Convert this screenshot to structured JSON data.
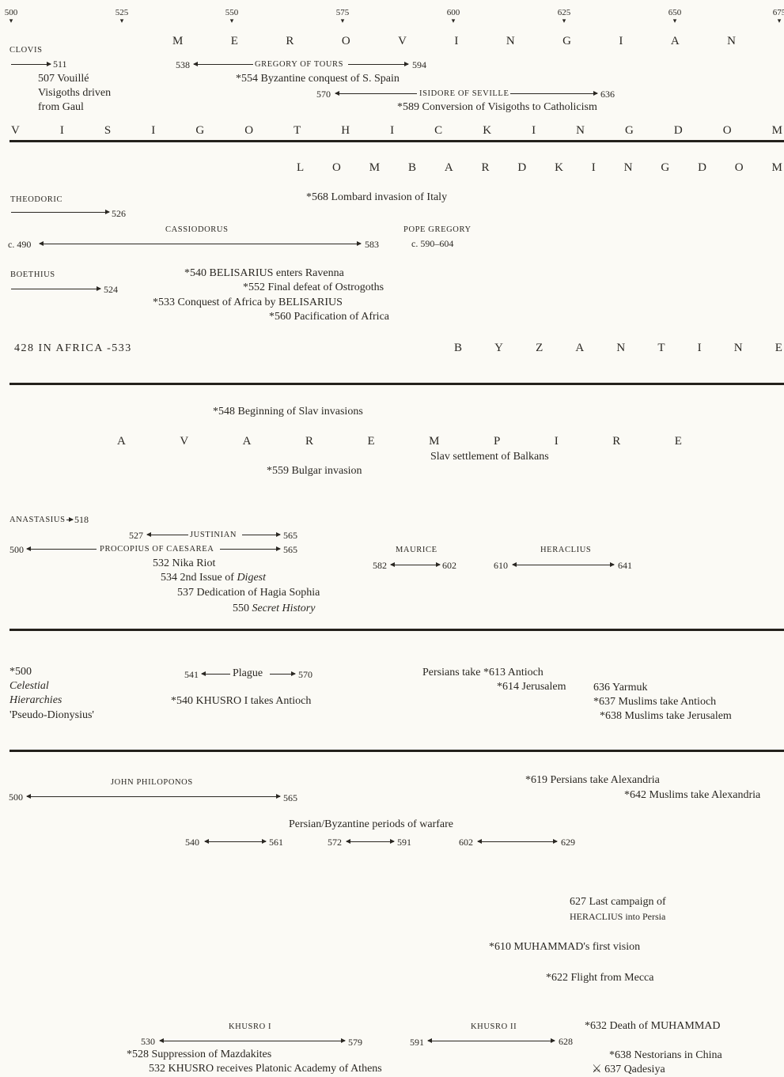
{
  "axis": {
    "ticks": [
      "500",
      "525",
      "550",
      "575",
      "600",
      "625",
      "650",
      "675"
    ]
  },
  "bands": {
    "merovingian": [
      "M",
      "E",
      "R",
      "O",
      "V",
      "I",
      "N",
      "G",
      "I",
      "A",
      "N"
    ],
    "visigothic": [
      "V",
      "I",
      "S",
      "I",
      "G",
      "O",
      "T",
      "H",
      "I",
      "C",
      "K",
      "I",
      "N",
      "G",
      "D",
      "O",
      "M"
    ],
    "lombard": [
      "L",
      "O",
      "M",
      "B",
      "A",
      "R",
      "D",
      "K",
      "I",
      "N",
      "G",
      "D",
      "O",
      "M"
    ],
    "vandal": "428 IN AFRICA -533",
    "byzantine": [
      "B",
      "Y",
      "Z",
      "A",
      "N",
      "T",
      "I",
      "N",
      "E"
    ],
    "avar": [
      "A",
      "V",
      "A",
      "R",
      "E",
      "M",
      "P",
      "I",
      "R",
      "E"
    ]
  },
  "west": {
    "clovis": "CLOVIS",
    "clovis_end": "511",
    "vouille": [
      "507 Vouillé",
      "Visigoths driven",
      "from Gaul"
    ],
    "gregory_start": "538",
    "gregory": "GREGORY OF TOURS",
    "gregory_end": "594",
    "byz_spain": "*554 Byzantine conquest of S. Spain",
    "isidore_start": "570",
    "isidore": "ISIDORE OF SEVILLE",
    "isidore_end": "636",
    "visigoth_conv": "*589 Conversion of Visigoths to Catholicism"
  },
  "italy": {
    "theodoric": "THEODORIC",
    "theodoric_end": "526",
    "lombard_inv": "*568 Lombard invasion of Italy",
    "cassiodorus": "CASSIODORUS",
    "cass_start": "c. 490",
    "cass_end": "583",
    "pope": "POPE GREGORY",
    "pope_dates": "c. 590–604",
    "boethius": "BOETHIUS",
    "boethius_end": "524",
    "belisarius": "*540 BELISARIUS enters Ravenna",
    "ostrogoths": "*552 Final defeat of Ostrogoths",
    "africa": "*533 Conquest of Africa by BELISARIUS",
    "pacification": "*560 Pacification of Africa"
  },
  "balkans": {
    "slav": "*548 Beginning of Slav invasions",
    "slav_settle": "Slav settlement of Balkans",
    "bulgar": "*559 Bulgar invasion"
  },
  "constantinople": {
    "anastasius": "ANASTASIUS",
    "anastasius_end": "518",
    "justinian_start": "527",
    "justinian": "JUSTINIAN",
    "justinian_end": "565",
    "procopius_start": "500",
    "procopius": "PROCOPIUS OF CAESAREA",
    "procopius_end": "565",
    "maurice": "MAURICE",
    "maurice_start": "582",
    "maurice_end": "602",
    "heraclius": "HERACLIUS",
    "heraclius_start": "610",
    "heraclius_end": "641",
    "nika": "532 Nika Riot",
    "digest_pre": "534 2nd Issue of ",
    "digest": "Digest",
    "hagia": "537 Dedication of Hagia Sophia",
    "secret_pre": "550 ",
    "secret": "Secret History"
  },
  "syria": {
    "ps_year": "*500",
    "ps_title1": "Celestial",
    "ps_title2": "Hierarchies",
    "ps_author": "'Pseudo-Dionysius'",
    "plague_start": "541",
    "plague": "Plague",
    "plague_end": "570",
    "khusro_antioch": "*540 KHUSRO I takes Antioch",
    "persians_antioch": "Persians take *613 Antioch",
    "jerusalem": "*614 Jerusalem",
    "yarmuk": "636 Yarmuk",
    "muslims_antioch": "*637 Muslims take Antioch",
    "muslims_jerusalem": "*638 Muslims take Jerusalem"
  },
  "egypt_persia": {
    "philoponos": "JOHN PHILOPONOS",
    "philo_start": "500",
    "philo_end": "565",
    "persians_alex": "*619 Persians take Alexandria",
    "muslims_alex": "*642 Muslims take Alexandria",
    "warfare": "Persian/Byzantine periods of warfare",
    "w1": [
      "540",
      "561"
    ],
    "w2": [
      "572",
      "591"
    ],
    "w3": [
      "602",
      "629"
    ],
    "last_campaign": [
      "627 Last campaign of",
      "HERACLIUS into Persia"
    ],
    "vision": "*610 MUHAMMAD's first vision",
    "flight": "*622 Flight from Mecca",
    "khusro1": "KHUSRO I",
    "k1_start": "530",
    "k1_end": "579",
    "khusro2": "KHUSRO II",
    "k2_start": "591",
    "k2_end": "628",
    "death": "*632 Death of MUHAMMAD",
    "mazdakites": "*528 Suppression of Mazdakites",
    "academy": "532 KHUSRO receives Platonic Academy of Athens",
    "nestorians": "*638 Nestorians in China",
    "qadesiya": "637 Qadesiya"
  }
}
